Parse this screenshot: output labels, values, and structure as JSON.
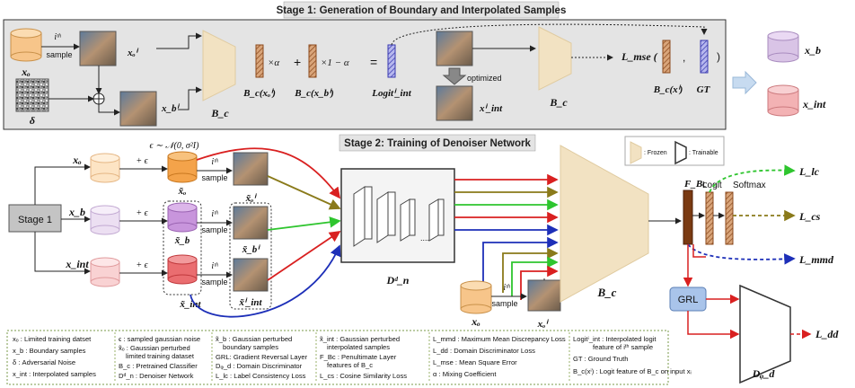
{
  "stage1": {
    "title": "Stage 1: Generation of Boundary and Interpolated Samples",
    "xo": "xₒ",
    "ith": "iᵗʰ",
    "sample": "sample",
    "xoi": "xₒⁱ",
    "xbi": "x_bⁱ",
    "delta": "δ",
    "bc": "B_c",
    "times_alpha": "×α",
    "plus": "+",
    "times_one_minus_alpha": "×1 − α",
    "equals": "=",
    "bc_xoi": "B_c(xₒⁱ)",
    "bc_xbi": "B_c(x_bⁱ)",
    "logit_int": "Logitⁱ_int",
    "optimized": "optimized",
    "xint_i": "xⁱ_int",
    "bc2": "B_c",
    "lmse": "L_mse (",
    "comma": ",",
    "close": ")",
    "bc_xi": "B_c(xⁱ)",
    "gt": "GT",
    "out_xb": "x_b",
    "out_xint": "x_int"
  },
  "stage2": {
    "title": "Stage 2: Training of Denoiser Network",
    "noise_eq": "ϵ ∼ 𝒩(0, σ²I)",
    "xo": "xₒ",
    "xb": "x_b",
    "xint": "x_int",
    "plus_eps": "+ ϵ",
    "stage1_box": "Stage 1",
    "xo_tilde": "x̃ₒ",
    "xb_tilde": "x̃_b",
    "xint_tilde": "x̃_int",
    "ith": "iᵗʰ",
    "sample": "sample",
    "xo_tilde_i": "x̃ₒⁱ",
    "xb_tilde_i": "x̃_bⁱ",
    "xint_tilde_i": "x̃ⁱ_int",
    "denoiser": "Dᵈ_n",
    "bc": "B_c",
    "xo_bottom": "xₒ",
    "xoi_bottom": "xₒⁱ",
    "fbc": "F_Bc",
    "logit": "Logit",
    "softmax": "Softmax",
    "llc": "L_lc",
    "lcs": "L_cs",
    "lmmd": "L_mmd",
    "grl": "GRL",
    "ldd": "L_dd",
    "dd": "Dᵩ_d",
    "frozen": ": Frozen",
    "trainable": ": Trainable"
  },
  "legend": {
    "col1": [
      "xₒ : Limited training datset",
      "x_b : Boundary samples",
      "δ   : Adversarial Noise",
      "x_int : Interpolated samples"
    ],
    "col2": [
      "ϵ : sampled gaussian noise",
      "x̃ₒ : Gaussian perturbed",
      "limited training dataset",
      "B_c : Pretrained Classifier",
      "Dᵈ_n : Denoiser Network"
    ],
    "col3": [
      "x̃_b : Gaussian perturbed",
      "boundary samples",
      "GRL: Gradient Reversal Layer",
      "Dᵩ_d : Domain Discriminator",
      "L_lc : Label Consistency Loss"
    ],
    "col4": [
      "x̃_int : Gaussian perturbed",
      "interpolated samples",
      "F_Bc : Penultimate Layer",
      "features of B_c",
      "L_cs : Cosine Similarity Loss"
    ],
    "col5": [
      "L_mmd : Maximum Mean Discrepancy Loss",
      "L_dd : Domain Discriminator Loss",
      "L_mse : Mean Square Error",
      "α : Mixing Coefficient"
    ],
    "col6": [
      "Logitⁱ_int : Interpolated logit",
      "feature of iᵗʰ sample",
      "GT : Ground Truth",
      "B_c(xⁱ) : Logit feature of B_c on input xᵢ"
    ]
  },
  "colors": {
    "stage_bg": "#e4e4e4",
    "frozen": "#f2e2c2",
    "orange_cyl": "#f7c58a",
    "purple_cyl": "#d9c4e6",
    "pink_cyl": "#f3b2b4",
    "red": "#d92020",
    "green": "#2ec52e",
    "olive": "#8a7a1a",
    "blue": "#1d2fb8",
    "brown": "#7a3a12"
  }
}
